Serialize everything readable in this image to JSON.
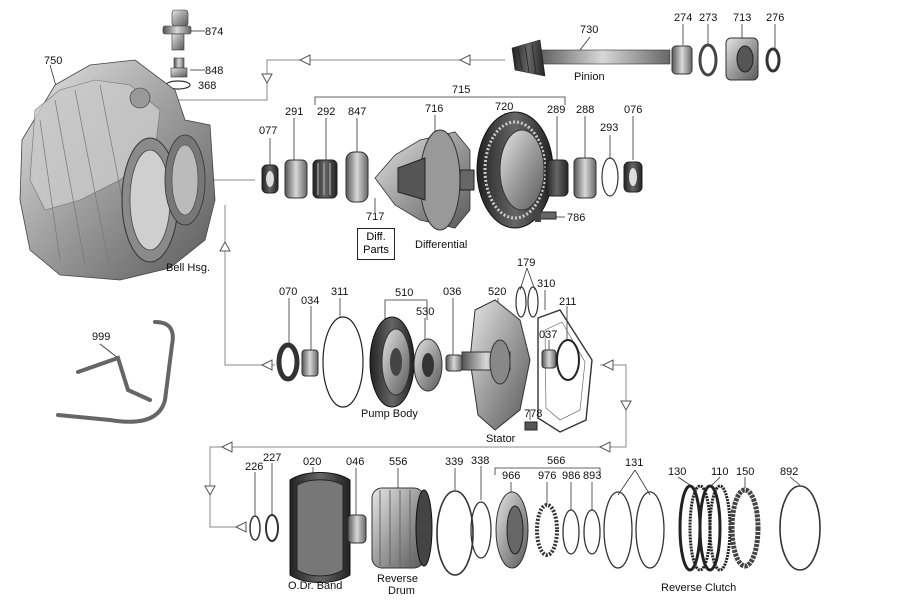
{
  "parts": {
    "p874": "874",
    "p848": "848",
    "p368": "368",
    "p750": "750",
    "p730": "730",
    "p274": "274",
    "p273": "273",
    "p713": "713",
    "p276": "276",
    "p715": "715",
    "p077": "077",
    "p291": "291",
    "p292": "292",
    "p847": "847",
    "p716": "716",
    "p720": "720",
    "p289": "289",
    "p288": "288",
    "p293": "293",
    "p076": "076",
    "p786": "786",
    "p717": "717",
    "p070": "070",
    "p034": "034",
    "p311": "311",
    "p510": "510",
    "p530": "530",
    "p036": "036",
    "p520": "520",
    "p179": "179",
    "p310": "310",
    "p211": "211",
    "p037": "037",
    "p778": "778",
    "p999": "999",
    "p226": "226",
    "p227": "227",
    "p020": "020",
    "p046": "046",
    "p556": "556",
    "p339": "339",
    "p338": "338",
    "p566": "566",
    "p966": "966",
    "p976": "976",
    "p986": "986",
    "p893": "893",
    "p131": "131",
    "p130": "130",
    "p110": "110",
    "p150": "150",
    "p892": "892"
  },
  "names": {
    "pinion": "Pinion",
    "bell_housing": "Bell Hsg.",
    "differential": "Differential",
    "diff_parts_line1": "Diff.",
    "diff_parts_line2": "Parts",
    "pump_body": "Pump Body",
    "stator": "Stator",
    "odr_band": "O.Dr. Band",
    "reverse_drum_line1": "Reverse",
    "reverse_drum_line2": "Drum",
    "reverse_clutch": "Reverse Clutch"
  }
}
